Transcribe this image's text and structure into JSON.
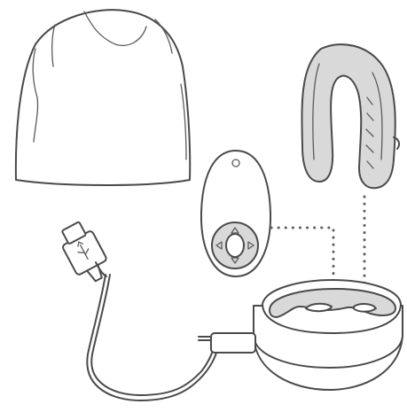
{
  "figure": {
    "components": [
      {
        "id": "storage-pouch",
        "icon": "pouch-icon"
      },
      {
        "id": "vibrator",
        "icon": "c-shaped-vibrator-icon"
      },
      {
        "id": "remote-control",
        "icon": "remote-control-icon"
      },
      {
        "id": "charging-case",
        "icon": "charging-case-icon"
      },
      {
        "id": "usb-cable",
        "icon": "usb-cable-icon"
      }
    ],
    "colors": {
      "outline": "#4a4a4a",
      "fill_grey": "#d9d9d9",
      "background": "#ffffff"
    }
  }
}
